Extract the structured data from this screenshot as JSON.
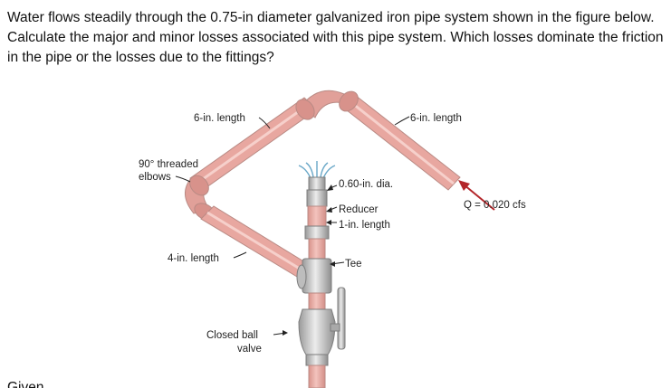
{
  "problem": {
    "text": "Water flows steadily through the 0.75-in diameter galvanized iron pipe system shown in the figure below. Calculate the major and minor losses associated with this pipe system. Which losses dominate the friction in the pipe or the losses due to the fittings?"
  },
  "figure": {
    "labels": {
      "top_left_length": "6-in. length",
      "top_right_length": "6-in. length",
      "elbows_line1": "90° threaded",
      "elbows_line2": "elbows",
      "diameter": "0.60-in. dia.",
      "flow_rate": "Q = 0.020 cfs",
      "reducer": "Reducer",
      "reducer_length": "1-in. length",
      "vertical_length": "4-in. length",
      "tee": "Tee",
      "valve_line1": "Closed ball",
      "valve_line2": "valve"
    }
  },
  "footer": {
    "text": "Given"
  },
  "colors": {
    "pipe": "#e9aaa3",
    "pipe_edge": "#b98a84",
    "fitting": "#c9c9c9",
    "fitting_dark": "#8d8d8d",
    "arrow": "#b3262a",
    "label": "#222222"
  }
}
